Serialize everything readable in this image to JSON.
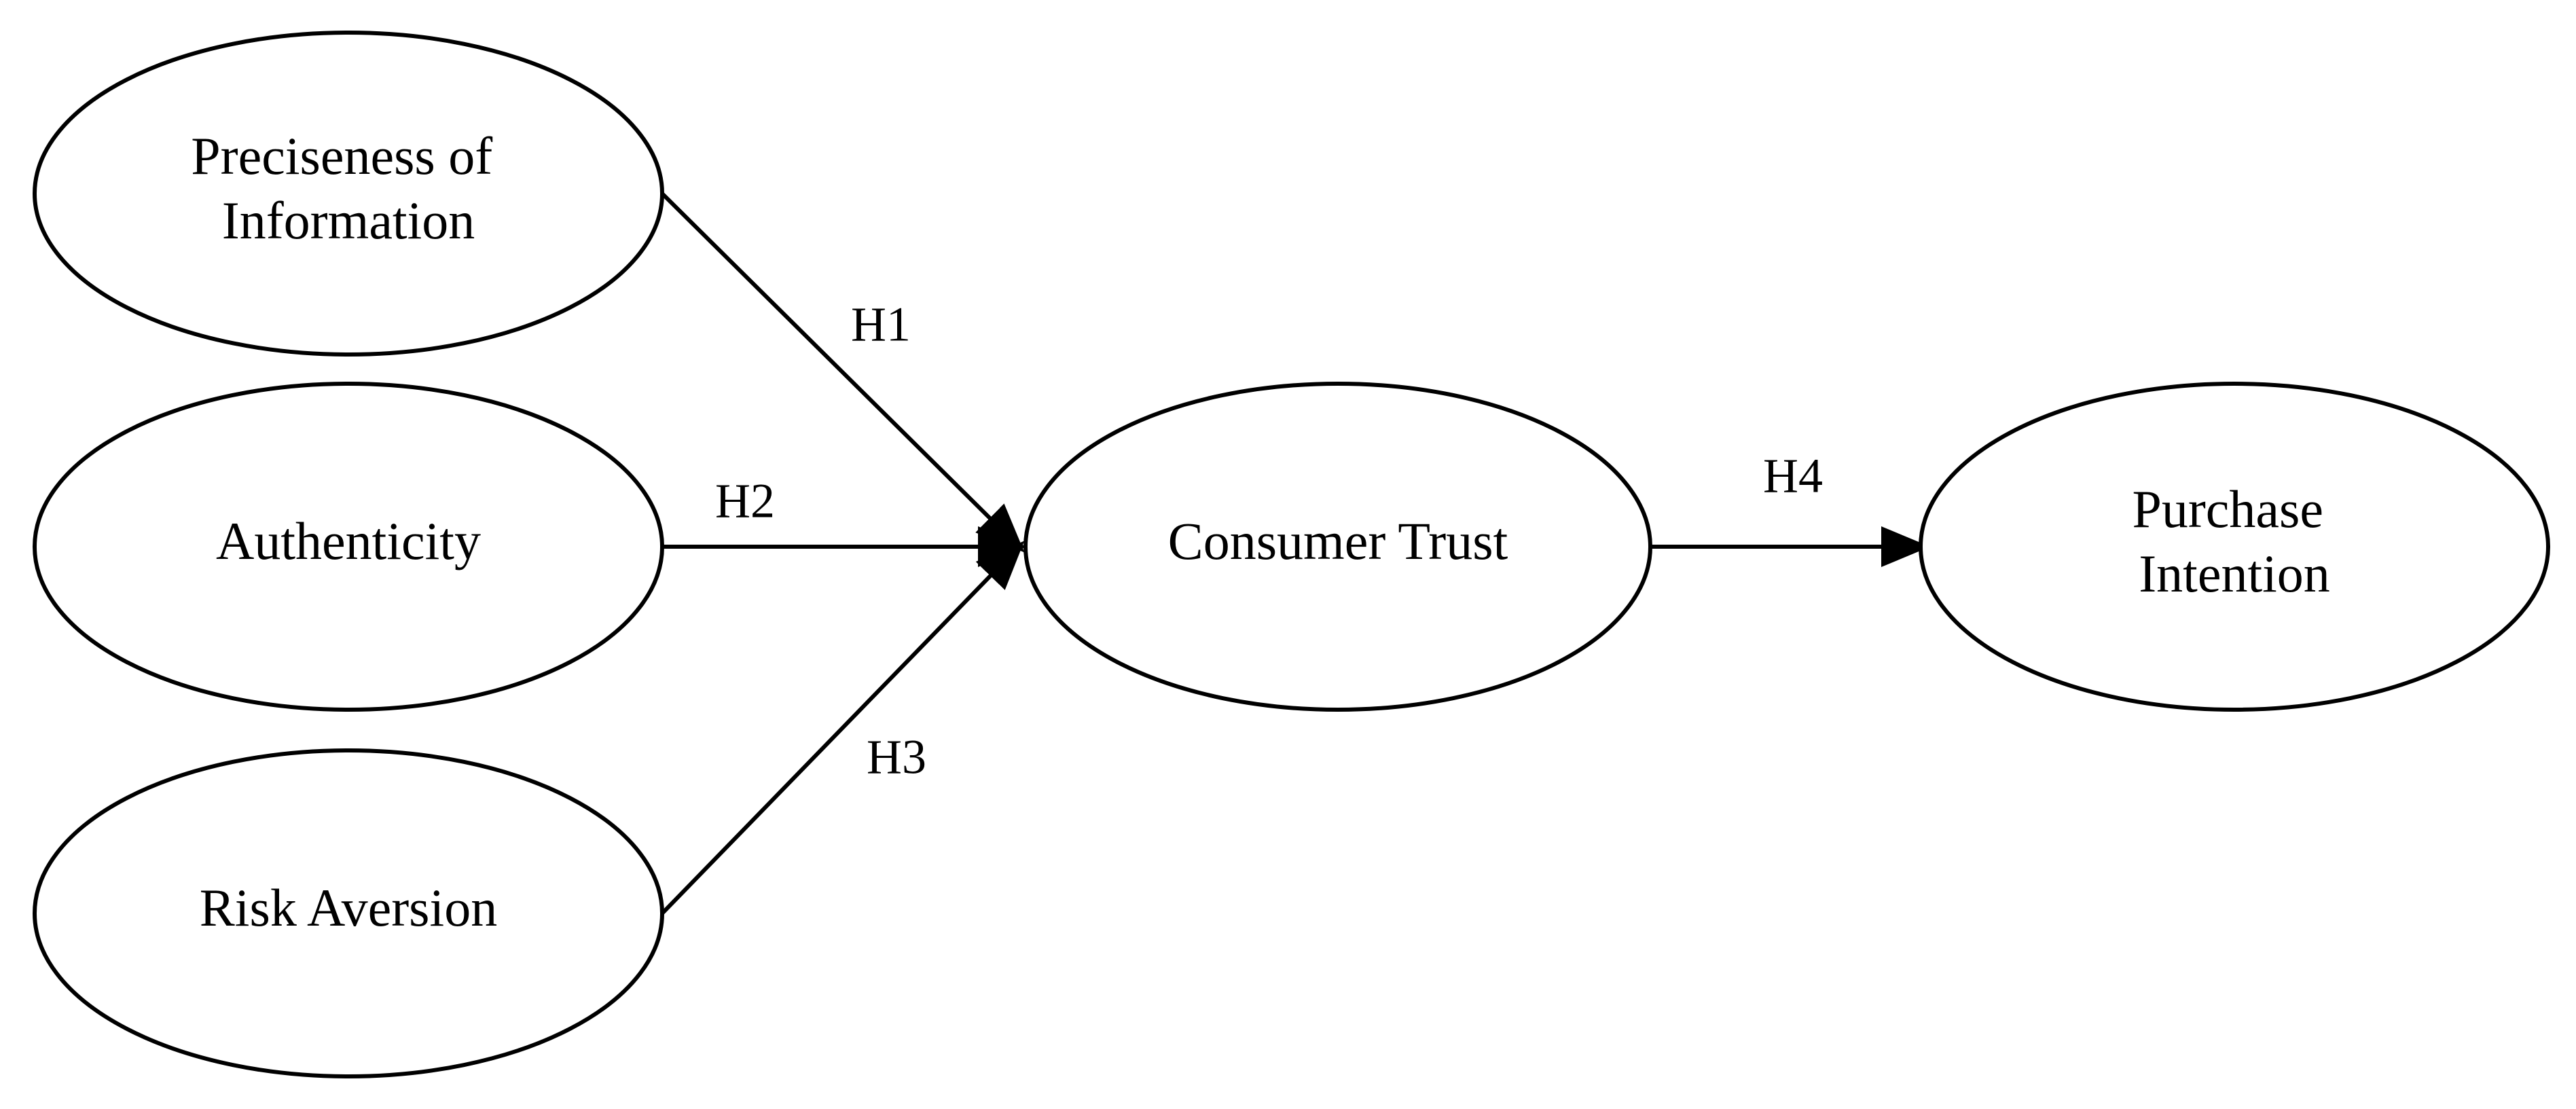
{
  "diagram": {
    "nodes": [
      {
        "id": "precision",
        "lines": [
          "Preciseness of",
          "Information"
        ]
      },
      {
        "id": "authenticity",
        "lines": [
          "Authenticity"
        ]
      },
      {
        "id": "risk",
        "lines": [
          "Risk Aversion"
        ]
      },
      {
        "id": "trust",
        "lines": [
          "Consumer Trust"
        ]
      },
      {
        "id": "purchase",
        "lines": [
          "Purchase",
          "Intention"
        ]
      }
    ],
    "edges": [
      {
        "from": "precision",
        "to": "trust",
        "label": "H1"
      },
      {
        "from": "authenticity",
        "to": "trust",
        "label": "H2"
      },
      {
        "from": "risk",
        "to": "trust",
        "label": "H3"
      },
      {
        "from": "trust",
        "to": "purchase",
        "label": "H4"
      }
    ],
    "colors": {
      "stroke": "#000000",
      "background": "#ffffff"
    }
  }
}
